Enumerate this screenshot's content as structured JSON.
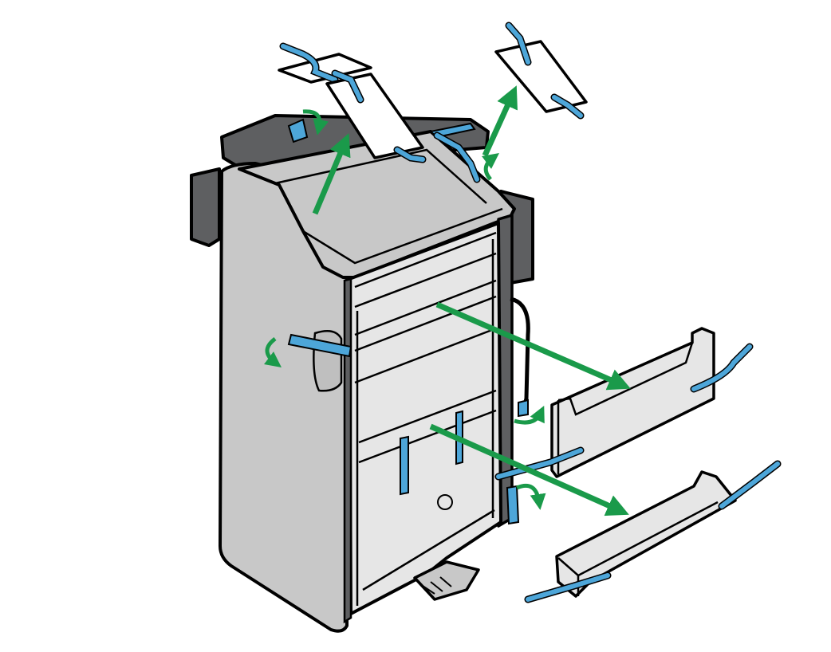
{
  "diagram": {
    "subject": "finisher-unit-packing-removal",
    "labels": [],
    "colors": {
      "outline": "#000000",
      "body_light": "#c8c8c8",
      "body_front": "#e6e6e6",
      "body_dark": "#5e5f61",
      "tape": "#4da6d9",
      "arrow": "#1a9a4a",
      "paper": "#ffffff"
    },
    "icons": [
      "tape-strip",
      "removal-arrow",
      "rotate-arrow",
      "packing-sheet",
      "packing-block"
    ]
  }
}
